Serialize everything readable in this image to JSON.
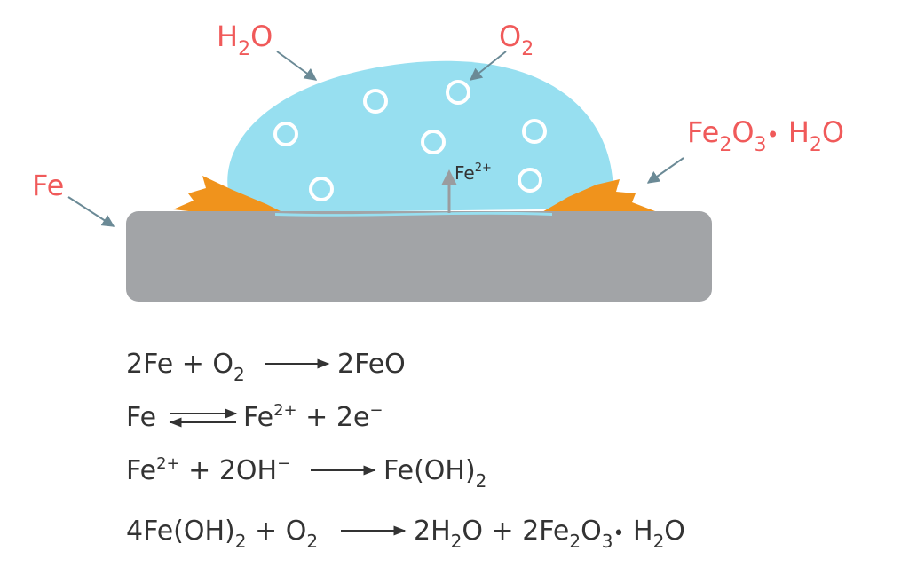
{
  "colors": {
    "label": "#f05a5a",
    "water": "#97dff0",
    "metal": "#a2a4a7",
    "rust": "#f0931c",
    "bubble": "#ffffff",
    "text": "#333333",
    "pointer": "#6b8a96"
  },
  "labels": {
    "water": {
      "base": "H",
      "sub": "2",
      "tail": "O"
    },
    "oxygen": {
      "base": "O",
      "sub": "2"
    },
    "iron": "Fe",
    "rust": {
      "p1": "Fe",
      "s1": "2",
      "p2": "O",
      "s2": "3",
      "dot": "•",
      "p3": " H",
      "s3": "2",
      "p4": "O"
    },
    "ion": {
      "base": "Fe",
      "sup": "2+"
    }
  },
  "equations": {
    "eq1": {
      "a1": "2Fe + O",
      "a2": "2",
      "b1": "2FeO"
    },
    "eq2": {
      "a1": "Fe",
      "b1": "Fe",
      "b2": "2+",
      "b3": " + 2e",
      "b4": "−"
    },
    "eq3": {
      "a1": "Fe",
      "a2": "2+",
      "a3": " + 2OH",
      "a4": "−",
      "b1": "Fe(OH)",
      "b2": "2"
    },
    "eq4": {
      "a1": "4Fe(OH)",
      "a2": "2",
      "a3": " + O",
      "a4": "2",
      "b1": "2H",
      "b2": "2",
      "b3": "O + 2Fe",
      "b4": "2",
      "b5": "O",
      "b6": "3",
      "b7": "•",
      "b8": " H",
      "b9": "2",
      "b10": "O"
    }
  }
}
